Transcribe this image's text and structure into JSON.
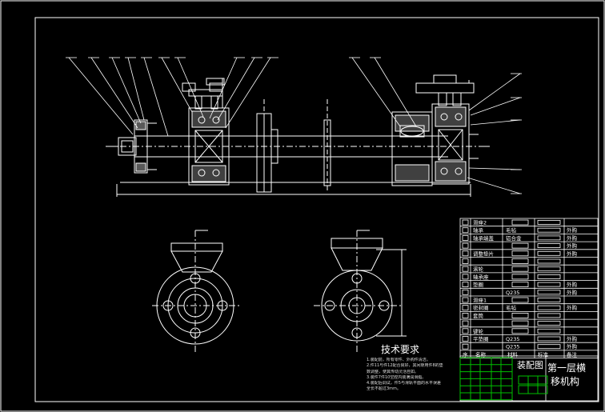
{
  "drawing": {
    "title_block": {
      "drawing_name": "装配图",
      "subtitle_line1": "第一层横",
      "subtitle_line2": "移机构"
    },
    "technical_requirements": {
      "title": "技术要求",
      "lines": [
        "1.装配前，所有零件、外购件清洁。",
        "2.件11与件12配合良好，其间隙用件8的垫",
        "  数调整，使其传动灵活自如。",
        "3.装件7件10空腔内装满润滑脂。",
        "4.装配后调试，件5与滑轨平面的水平误差",
        "  全长不超过3mm。"
      ]
    },
    "parts_list": [
      {
        "name": "滑座2",
        "material": "",
        "note": ""
      },
      {
        "name": "轴承",
        "material": "毛毡",
        "note": "外购"
      },
      {
        "name": "轴承端盖",
        "material": "铝合金",
        "note": "外购"
      },
      {
        "name": "",
        "material": "",
        "note": "外购"
      },
      {
        "name": "调整垫片",
        "material": "",
        "note": "外购"
      },
      {
        "name": "",
        "material": "",
        "note": ""
      },
      {
        "name": "滚轮",
        "material": "",
        "note": ""
      },
      {
        "name": "轴承座",
        "material": "",
        "note": ""
      },
      {
        "name": "垫圈",
        "material": "",
        "note": "外购"
      },
      {
        "name": "",
        "material": "Q235",
        "note": "外购"
      },
      {
        "name": "滑座1",
        "material": "",
        "note": ""
      },
      {
        "name": "密封圈",
        "material": "毛毡",
        "note": "外购"
      },
      {
        "name": "套筒",
        "material": "",
        "note": ""
      },
      {
        "name": "",
        "material": "",
        "note": ""
      },
      {
        "name": "键轮",
        "material": "",
        "note": ""
      },
      {
        "name": "平垫圈",
        "material": "Q235",
        "note": "外购"
      },
      {
        "name": "",
        "material": "Q235",
        "note": "外购"
      }
    ],
    "parts_header": {
      "seq": "序",
      "name": "名称",
      "material": "材料",
      "standard": "标准",
      "note": "备注"
    },
    "colors": {
      "line": "#ffffff",
      "leader": "#ffffff",
      "title_green": "#00c000",
      "tb_border": "#ffffff"
    },
    "dimension_label": "□"
  }
}
